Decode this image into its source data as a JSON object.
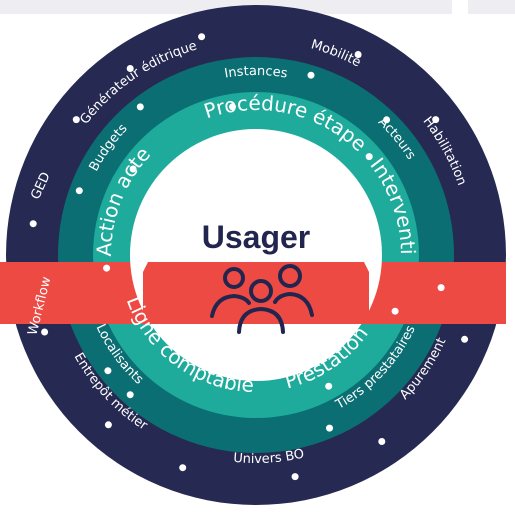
{
  "center": {
    "title": "Usager",
    "icon": "users-group-icon"
  },
  "rings": {
    "outer": {
      "color": "#262a52",
      "labels": [
        "Générateur éditrique",
        "Mobilité",
        "Habilitation",
        "Apurement",
        "Univers BO",
        "Entrepôt métier",
        "Workflow",
        "GED"
      ]
    },
    "middle": {
      "color": "#0b6e73",
      "labels": [
        "Instances",
        "Acteurs",
        "Tiers prestataires",
        "Localisants",
        "Budgets"
      ]
    },
    "inner": {
      "color": "#1eab9b",
      "labels": [
        "Procédure étape",
        "Intervention",
        "Prestation",
        "Ligne comptable",
        "Action acte"
      ]
    }
  },
  "colors": {
    "band": "#ee4a44",
    "center_disc": "#ffffff",
    "title": "#22264f"
  }
}
